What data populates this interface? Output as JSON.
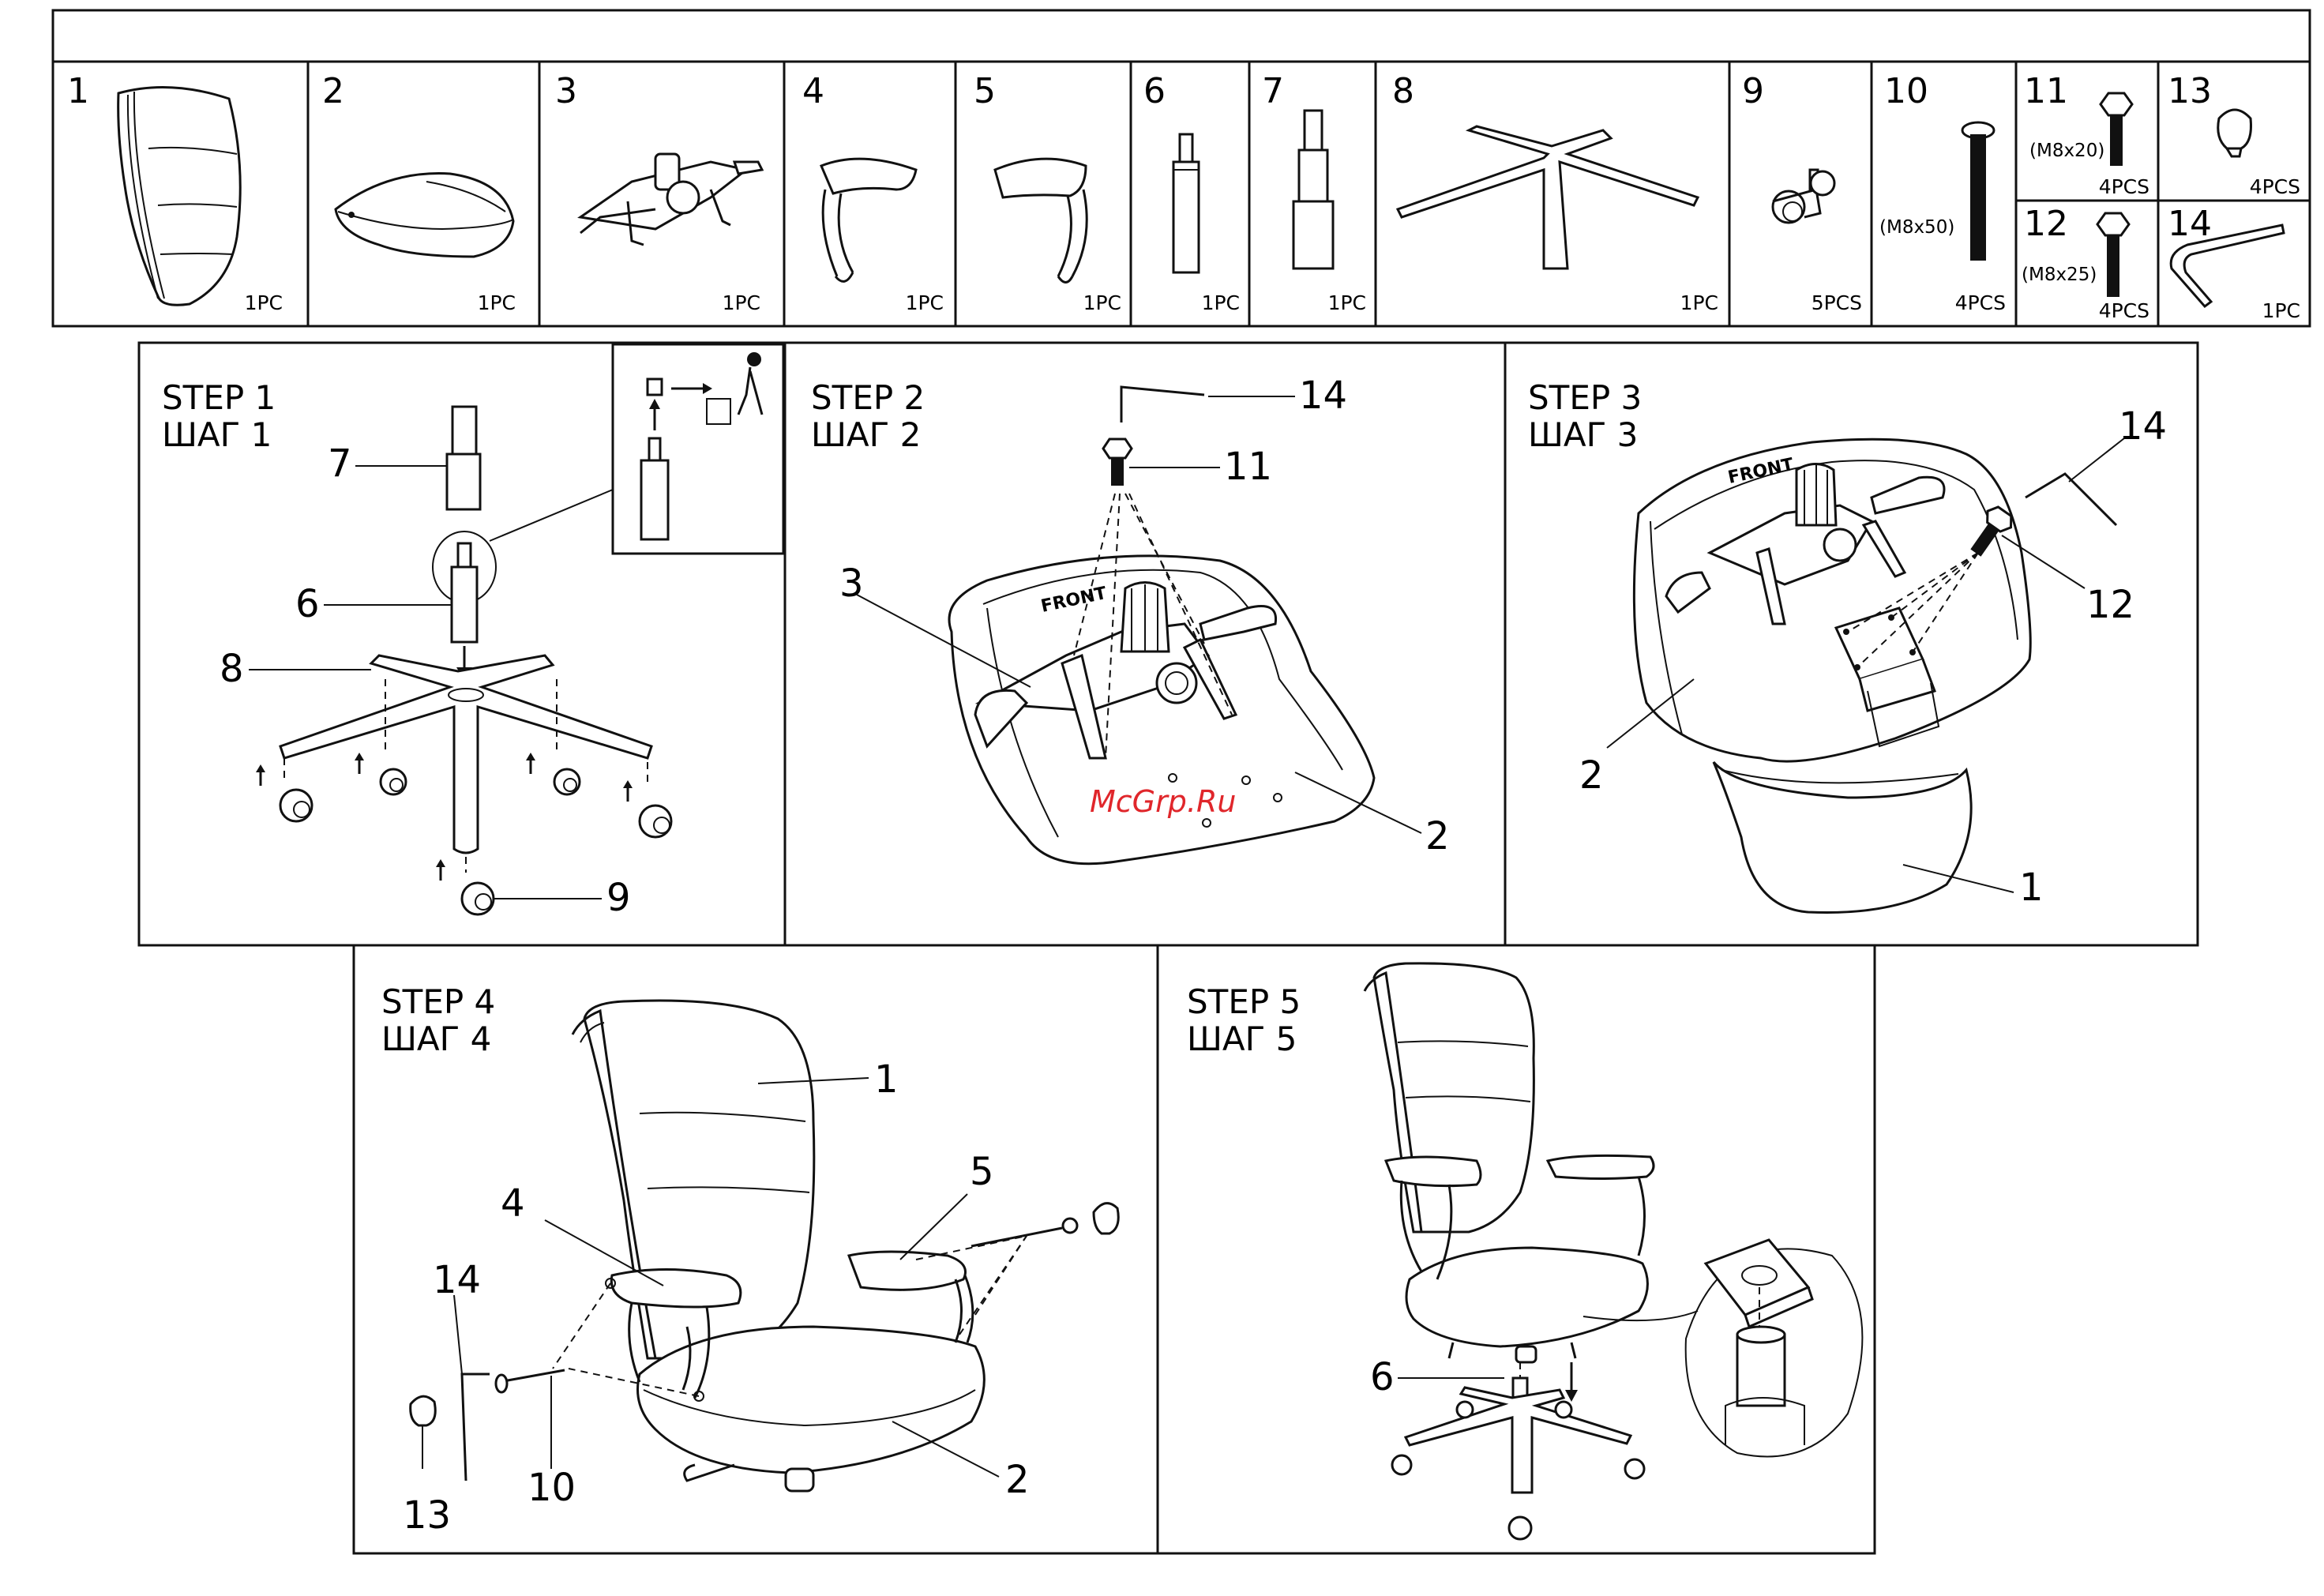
{
  "parts": [
    {
      "num": "1",
      "qty": "1PC",
      "size": ""
    },
    {
      "num": "2",
      "qty": "1PC",
      "size": ""
    },
    {
      "num": "3",
      "qty": "1PC",
      "size": ""
    },
    {
      "num": "4",
      "qty": "1PC",
      "size": ""
    },
    {
      "num": "5",
      "qty": "1PC",
      "size": ""
    },
    {
      "num": "6",
      "qty": "1PC",
      "size": ""
    },
    {
      "num": "7",
      "qty": "1PC",
      "size": ""
    },
    {
      "num": "8",
      "qty": "1PC",
      "size": ""
    },
    {
      "num": "9",
      "qty": "5PCS",
      "size": ""
    },
    {
      "num": "10",
      "qty": "4PCS",
      "size": "(M8x50)"
    },
    {
      "num": "11",
      "qty": "4PCS",
      "size": "(M8x20)"
    },
    {
      "num": "13",
      "qty": "4PCS",
      "size": ""
    },
    {
      "num": "12",
      "qty": "4PCS",
      "size": "(M8x25)"
    },
    {
      "num": "14",
      "qty": "1PC",
      "size": ""
    }
  ],
  "steps": [
    {
      "en": "STEP 1",
      "ru": "ШАГ 1"
    },
    {
      "en": "STEP 2",
      "ru": "ШАГ 2"
    },
    {
      "en": "STEP 3",
      "ru": "ШАГ 3"
    },
    {
      "en": "STEP 4",
      "ru": "ШАГ 4"
    },
    {
      "en": "STEP 5",
      "ru": "ШАГ 5"
    }
  ],
  "callouts": {
    "s1": [
      "7",
      "6",
      "8",
      "9"
    ],
    "s2": [
      "14",
      "11",
      "3",
      "2"
    ],
    "s3": [
      "14",
      "12",
      "2",
      "1"
    ],
    "s4": [
      "1",
      "5",
      "4",
      "14",
      "10",
      "13",
      "2"
    ],
    "s5": [
      "6"
    ]
  },
  "labels": {
    "front": "FRONT"
  },
  "watermark": "McGrp.Ru"
}
